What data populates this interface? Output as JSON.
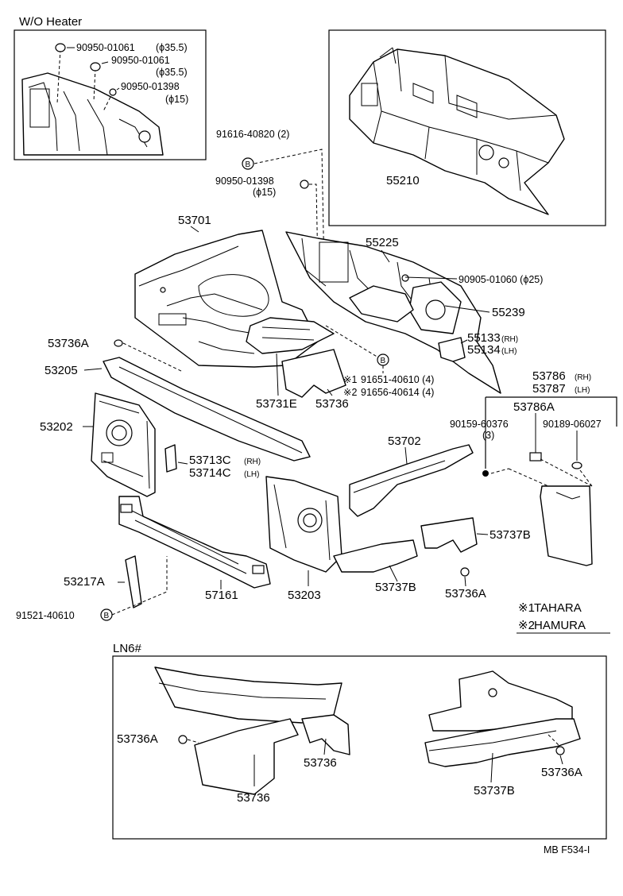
{
  "insets": {
    "wo_heater": {
      "title": "W/O Heater",
      "callouts": [
        {
          "part": "90950-01061",
          "size": "(ϕ35.5)"
        },
        {
          "part": "90950-01061",
          "size": "(ϕ35.5)"
        },
        {
          "part": "90950-01398",
          "size": "(ϕ15)"
        }
      ]
    },
    "ln6": {
      "title": "LN6#",
      "labels": [
        "53736A",
        "53736",
        "53736",
        "53737B",
        "53736A"
      ]
    }
  },
  "parts": {
    "p55210": "55210",
    "p91616": "91616-40820 (2)",
    "p90950b_part": "90950-01398",
    "p90950b_size": "(ϕ15)",
    "p53701": "53701",
    "p55225": "55225",
    "p90905": "90905-01060 (ϕ25)",
    "p55239": "55239",
    "p55133": "55133",
    "p55133_side": "(RH)",
    "p55134": "55134",
    "p55134_side": "(LH)",
    "p53736A_top": "53736A",
    "p53205": "53205",
    "p91651_mark": "※1",
    "p91651": "91651-40610 (4)",
    "p91656_mark": "※2",
    "p91656": "91656-40614 (4)",
    "p53731E": "53731E",
    "p53736_main": "53736",
    "p53786": "53786",
    "p53786_side": "(RH)",
    "p53787": "53787",
    "p53787_side": "(LH)",
    "p53786A": "53786A",
    "p53202": "53202",
    "p90159": "90159-60376",
    "p90159_qty": "(3)",
    "p90189": "90189-06027",
    "p53702": "53702",
    "p53713C": "53713C",
    "p53713C_side": "(RH)",
    "p53714C": "53714C",
    "p53714C_side": "(LH)",
    "p53737B_right": "53737B",
    "p53217A": "53217A",
    "p57161": "57161",
    "p53203": "53203",
    "p53737B_mid": "53737B",
    "p53736A_mid": "53736A",
    "p91521": "91521-40610"
  },
  "legend": {
    "items": [
      {
        "mark": "※1",
        "text": "TAHARA"
      },
      {
        "mark": "※2",
        "text": "HAMURA"
      }
    ]
  },
  "bolt_symbol": "B",
  "footer": {
    "code": "MB  F534-I"
  }
}
